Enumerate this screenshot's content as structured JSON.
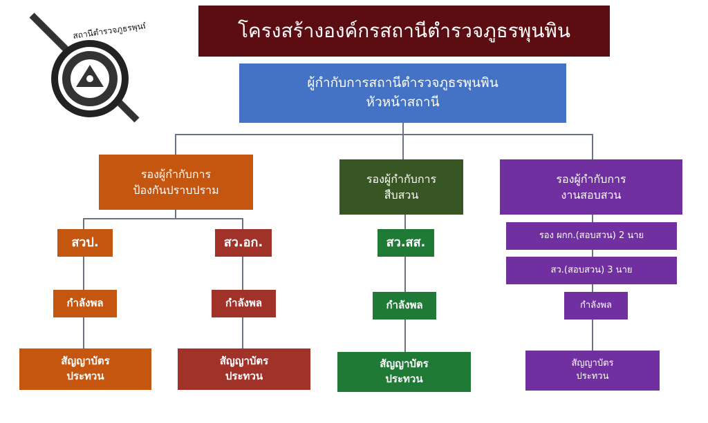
{
  "logo": {
    "text": "สถานีตำรวจภูธรพุนพิน"
  },
  "title": "โครงสร้างองค์กรสถานีตำรวจภูธรพุนพิน",
  "head": {
    "line1": "ผู้กำกับการสถานีตำรวจภูธรพุนพิน",
    "line2": "หัวหน้าสถานี"
  },
  "deputies": [
    {
      "line1": "รองผู้กำกับการ",
      "line2": "ป้องกันปราบปราม"
    },
    {
      "line1": "รองผู้กำกับการ",
      "line2": "สืบสวน"
    },
    {
      "line1": "รองผู้กำกับการ",
      "line2": "งานสอบสวน"
    }
  ],
  "units": {
    "patrol": {
      "name": "สวป.",
      "staff": "กำลังพล",
      "list1": "สัญญาบัตร",
      "list2": "ประทวน"
    },
    "admin": {
      "name": "สว.อก.",
      "staff": "กำลังพล",
      "list1": "สัญญาบัตร",
      "list2": "ประทวน"
    },
    "investigation": {
      "name": "สว.สส.",
      "staff": "กำลังพล",
      "list1": "สัญญาบัตร",
      "list2": "ประทวน"
    },
    "inquiry": {
      "deputy": "รอง ผกก.(สอบสวน) 2 นาย",
      "inspector": "สว.(สอบสวน) 3 นาย",
      "staff": "กำลังพล",
      "list1": "สัญญาบัตร",
      "list2": "ประทวน"
    }
  },
  "colors": {
    "title": "#5c0d12",
    "head": "#4472c4",
    "orange": "#c5560f",
    "darkred": "#a1322a",
    "green": "#1f7a36",
    "darkgreen": "#375623",
    "purple": "#7030a0"
  }
}
